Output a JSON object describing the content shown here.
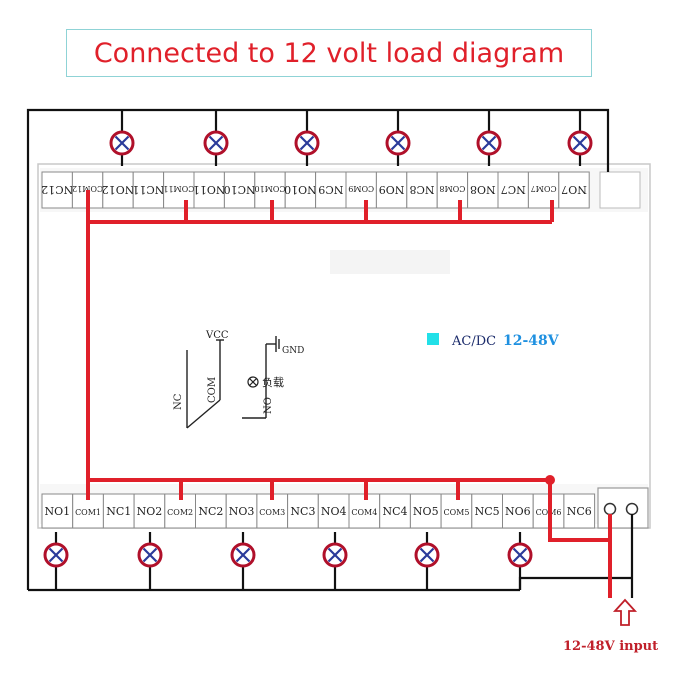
{
  "title": "Connected to 12 volt load diagram",
  "top_terminals": [
    "NC12",
    "COM12",
    "NO12",
    "NC11",
    "COM11",
    "NO11",
    "NC10",
    "COM10",
    "NO10",
    "NC9",
    "COM9",
    "NO9",
    "NC8",
    "COM8",
    "NO8",
    "NC7",
    "COM7",
    "NO7"
  ],
  "bottom_terminals": [
    "NO1",
    "COM1",
    "NC1",
    "NO2",
    "COM2",
    "NC2",
    "NO3",
    "COM3",
    "NC3",
    "NO4",
    "COM4",
    "NC4",
    "NO5",
    "COM5",
    "NC5",
    "NO6",
    "COM6",
    "NC6"
  ],
  "legend": {
    "vcc": "VCC",
    "gnd": "GND",
    "nc": "NC",
    "com": "COM",
    "no": "NO",
    "load": "负载"
  },
  "power_label": {
    "prefix": "AC/DC",
    "range": "12-48V"
  },
  "input_label": "12-48V input",
  "colors": {
    "wire_red": "#e0202a",
    "wire_black": "#111111",
    "lamp_outline": "#b0102a",
    "lamp_cross": "#2a3a9a",
    "cyan": "#22e0e8",
    "voltage_blue": "#1e90e0",
    "input_red": "#c0202a"
  }
}
